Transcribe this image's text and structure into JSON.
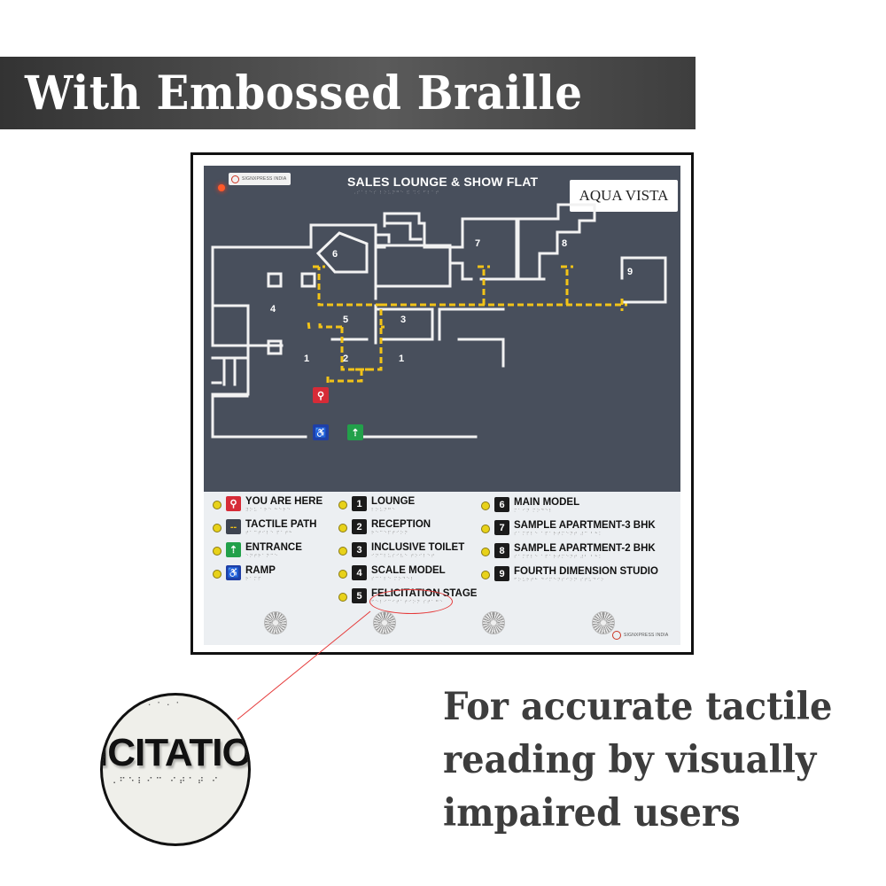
{
  "banner": {
    "title": "With Embossed Braille"
  },
  "sign": {
    "brand": "SIGNXPRESS INDIA",
    "title": "SALES LOUNGE & SHOW FLAT",
    "title_braille": "⠠⠎⠁⠇⠑⠎ ⠇⠕⠥⠝⠛⠑ ⠯ ⠩⠪ ⠋⠇⠁⠞",
    "project_name": "AQUA VISTA",
    "map": {
      "room_labels": [
        {
          "num": "6",
          "braille": "⠍⠁⠊⠝ ⠍⠕⠙⠑⠇"
        },
        {
          "num": "7",
          "braille": "⠎⠁⠍⠏⠇⠑ ⠁⠏⠞"
        },
        {
          "num": "8",
          "braille": "⠎⠁⠍⠏⠇⠑ ⠁⠏⠞"
        },
        {
          "num": "9",
          "braille": "⠋⠕⠥⠗⠞⠓ ⠙⠊⠍"
        },
        {
          "num": "4",
          "braille": "⠎⠉⠁⠇⠑"
        },
        {
          "num": "5",
          "braille": "⠋⠑⠇⠊⠉⠊⠞"
        },
        {
          "num": "3",
          "braille": "⠊⠝⠉⠇⠥⠎⠊⠧⠑"
        },
        {
          "num": "1",
          "braille": "⠇⠕⠥⠝⠛⠑"
        },
        {
          "num": "2",
          "braille": "⠗⠑⠉⠑⠏⠞⠊⠕⠝"
        },
        {
          "num": "1",
          "braille": "⠇⠕⠥⠝⠛⠑"
        }
      ],
      "you_are_here_braille": "⠽⠕⠥ ⠁⠗⠑ ⠓⠑⠗⠑",
      "ramp_braille": "⠗⠁⠍⠏",
      "entrance_braille": "⠑⠝⠞⠗⠁⠝⠉⠑"
    },
    "legend_left": [
      {
        "icon": "location-pin-icon",
        "glyph": "⚲",
        "color": "#d62b37",
        "label": "YOU ARE HERE",
        "braille": "⠽⠕⠥ ⠁⠗⠑ ⠓⠑⠗⠑"
      },
      {
        "icon": "tactile-path-icon",
        "glyph": "--",
        "color": "#3e4450",
        "label": "TACTILE PATH",
        "braille": "⠞⠁⠉⠞⠊⠇⠑ ⠏⠁⠞⠓"
      },
      {
        "icon": "entrance-icon",
        "glyph": "⇡",
        "color": "#22a04a",
        "label": "ENTRANCE",
        "braille": "⠑⠝⠞⠗⠁⠝⠉⠑"
      },
      {
        "icon": "wheelchair-icon",
        "glyph": "♿",
        "color": "#1f3fa6",
        "label": "RAMP",
        "braille": "⠗⠁⠍⠏"
      }
    ],
    "legend_mid": [
      {
        "num": "1",
        "label": "LOUNGE",
        "braille": "⠇⠕⠥⠝⠛⠑"
      },
      {
        "num": "2",
        "label": "RECEPTION",
        "braille": "⠗⠑⠉⠑⠏⠞⠊⠕⠝"
      },
      {
        "num": "3",
        "label": "INCLUSIVE TOILET",
        "braille": "⠊⠝⠉⠇⠥⠎⠊⠧⠑ ⠞⠕⠊⠇⠑⠞"
      },
      {
        "num": "4",
        "label": "SCALE MODEL",
        "braille": "⠎⠉⠁⠇⠑ ⠍⠕⠙⠑⠇"
      },
      {
        "num": "5",
        "label": "FELICITATION STAGE",
        "braille": "⠋⠑⠇⠊⠉⠊⠞⠁⠞⠊⠕⠝ ⠎⠞⠁⠛⠑"
      }
    ],
    "legend_right": [
      {
        "num": "6",
        "label": "MAIN MODEL",
        "braille": "⠍⠁⠊⠝ ⠍⠕⠙⠑⠇"
      },
      {
        "num": "7",
        "label": "SAMPLE APARTMENT-3 BHK",
        "braille": "⠎⠁⠍⠏⠇⠑ ⠁⠏⠁⠗⠞⠍⠑⠝⠞ ⠼⠉ ⠃⠓⠅"
      },
      {
        "num": "8",
        "label": "SAMPLE APARTMENT-2 BHK",
        "braille": "⠎⠁⠍⠏⠇⠑ ⠁⠏⠁⠗⠞⠍⠑⠝⠞ ⠼⠃ ⠃⠓⠅"
      },
      {
        "num": "9",
        "label": "FOURTH DIMENSION STUDIO",
        "braille": "⠋⠕⠥⠗⠞⠓ ⠙⠊⠍⠑⠝⠎⠊⠕⠝ ⠎⠞⠥⠙⠊⠕"
      }
    ],
    "footer_brand": "SIGNXPRESS INDIA"
  },
  "magnifier": {
    "text": "ICITATIO",
    "braille_top": "⠁⠂⠁⠂⠁",
    "braille": "⠠⠋⠑⠇⠊⠉ ⠊⠞⠁⠞ ⠊"
  },
  "tagline": {
    "lines": [
      "For accurate tactile",
      "reading by visually",
      "impaired users"
    ]
  },
  "colors": {
    "banner_bg": "#4a4a4a",
    "board_dark": "#484f5c",
    "board_light": "#eceff2",
    "path_yellow": "#f2c318",
    "callout_red": "#e53a3a",
    "tagline_text": "#3d3d3d"
  }
}
